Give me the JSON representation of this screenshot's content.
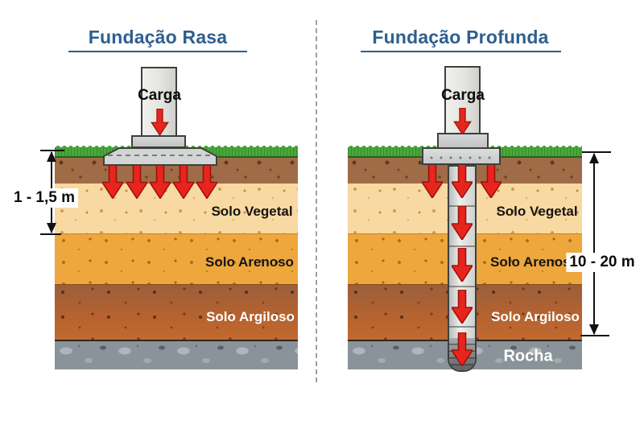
{
  "panels": {
    "left": {
      "title": "Fundação Rasa",
      "load_label": "Carga",
      "depth_label": "1 - 1,5 m",
      "layers": {
        "vegetal": "Solo Vegetal",
        "arenoso": "Solo Arenoso",
        "argiloso": "Solo Argiloso"
      }
    },
    "right": {
      "title": "Fundação Profunda",
      "load_label": "Carga",
      "depth_label": "10 - 20 m",
      "layers": {
        "vegetal": "Solo Vegetal",
        "arenoso": "Solo Arenoso",
        "argiloso": "Solo Argiloso",
        "rocha": "Rocha"
      }
    }
  },
  "colors": {
    "title_blue": "#2d5f8e",
    "arrow_red": "#e8251d",
    "grass_green": "#4aa83b",
    "topsoil_brown": "#a06c48",
    "solo_vegetal": "#f8d9a2",
    "solo_arenoso": "#eda73d",
    "solo_argiloso": "#b5622f",
    "rocha_gray": "#8a939a",
    "concrete_gray": "#d2d5d4"
  }
}
